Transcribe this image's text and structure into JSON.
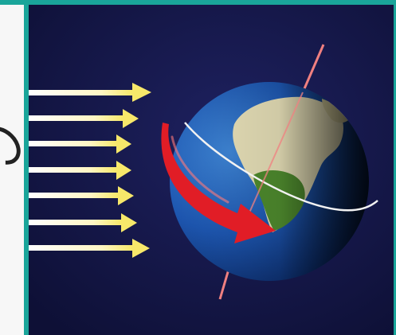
{
  "colors": {
    "accent_border": "#1aa59a",
    "space": "#14163f",
    "sunlight": "#f7e86a",
    "rotation_arrow": "#e11d26",
    "axis_line": "#f08080",
    "equator_line": "#f2f2f2",
    "ocean": "#1d56b0",
    "land": "#e7e0b8",
    "vegetation": "#4f8c2e"
  },
  "icons": {
    "sunlight_arrows": "arrow-right-icon",
    "rotation": "curved-arrow-icon"
  },
  "sunlight_rays": [
    {
      "id": "ray-1"
    },
    {
      "id": "ray-2"
    },
    {
      "id": "ray-3"
    },
    {
      "id": "ray-4"
    },
    {
      "id": "ray-5"
    },
    {
      "id": "ray-6"
    },
    {
      "id": "ray-7"
    }
  ]
}
